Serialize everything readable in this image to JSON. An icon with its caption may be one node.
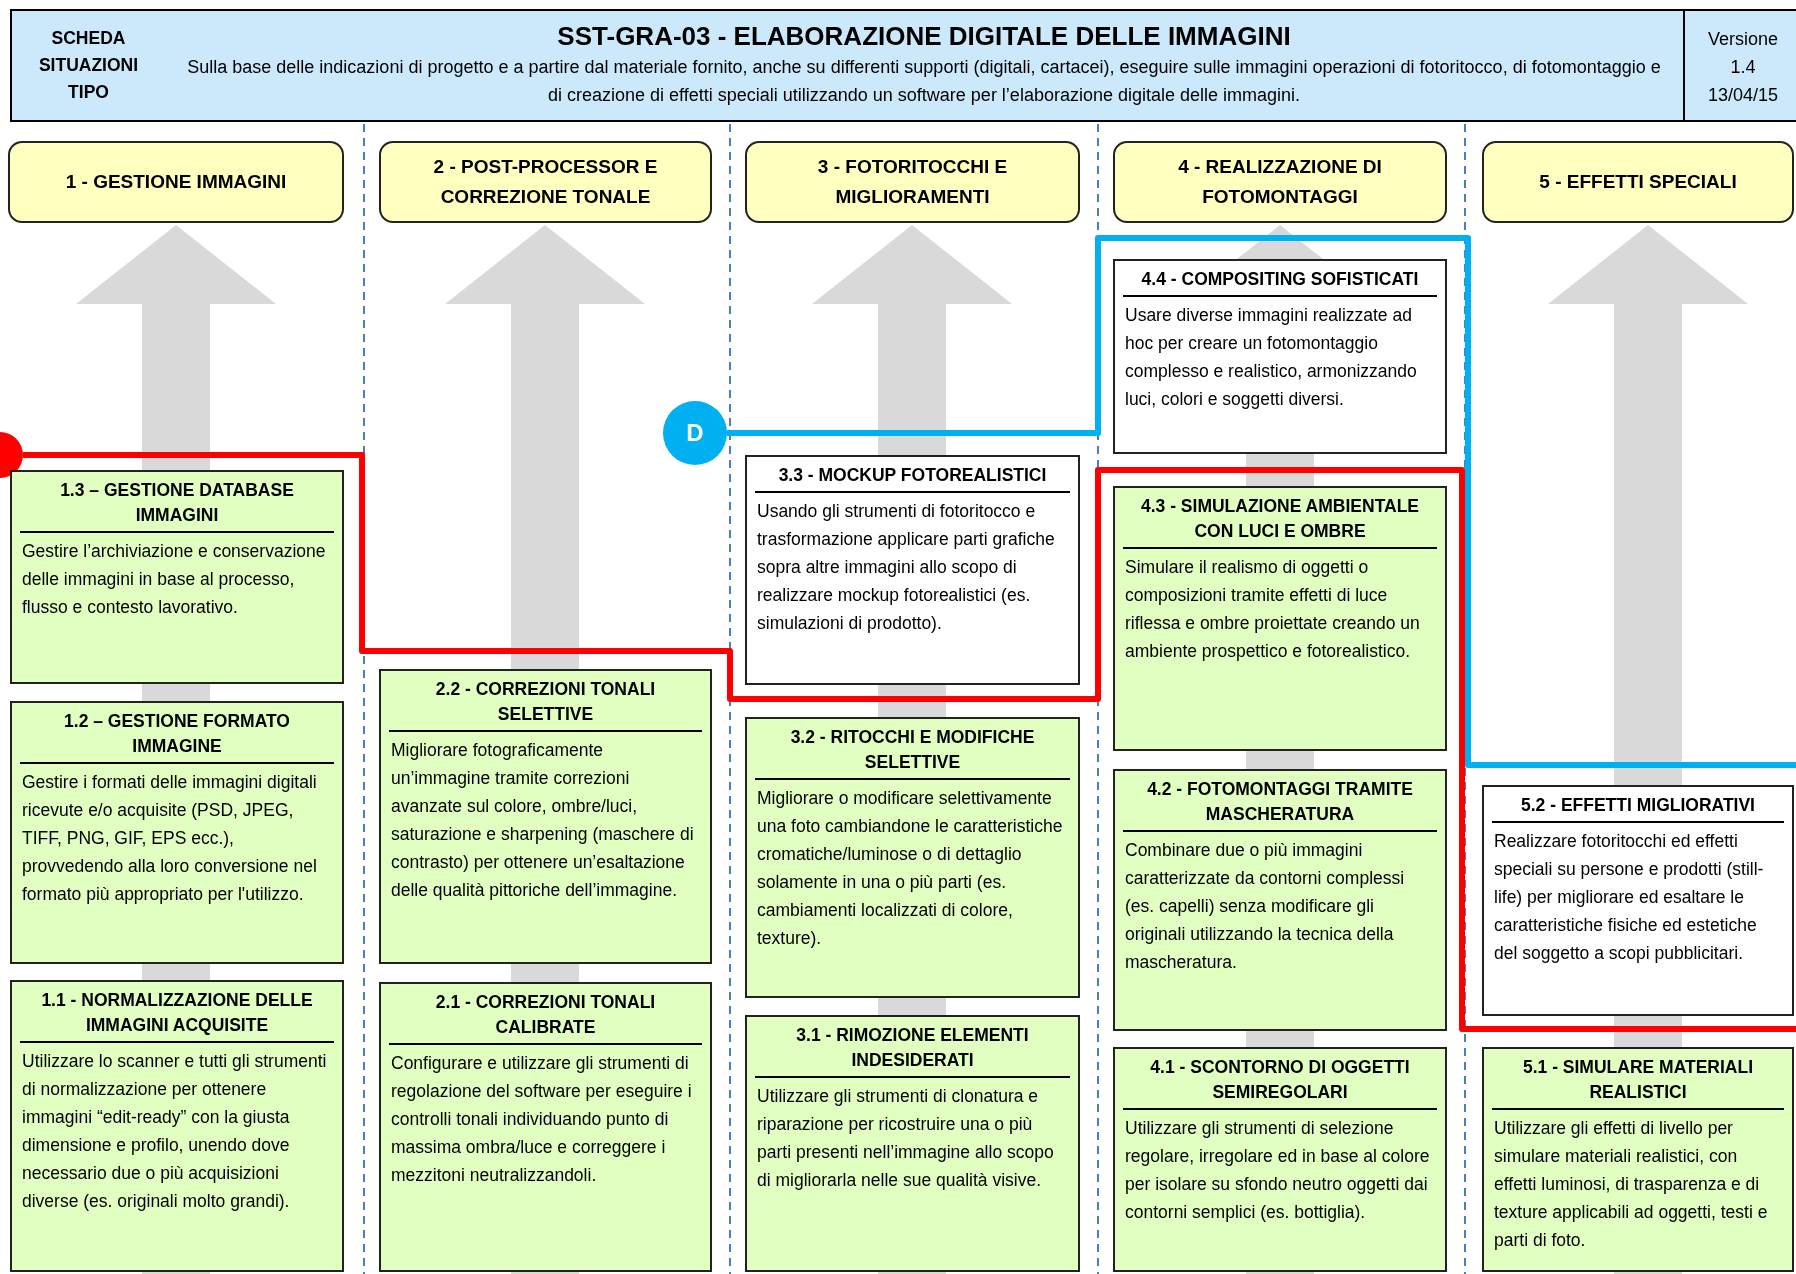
{
  "diagram": {
    "title": "SST-GRA-03 - ELABORAZIONE DIGITALE DELLE IMMAGINI",
    "nodes": [
      {
        "text": [
          "1 - GESTIONE IMMAGINI"
        ]
      },
      {
        "text": [
          "2 - POST-PROCESSOR E CORREZIONE TONALE"
        ]
      },
      {
        "text": [
          "3 - FOTORITOCCHI E MIGLIORAMENTI"
        ]
      },
      {
        "text": [
          "4 - REALIZZAZIONE DI FOTOMONTAGGI"
        ]
      },
      {
        "text": [
          "5 - EFFETTI SPECIALI"
        ]
      },
      {
        "text": [],
        "shape": "circle"
      },
      {
        "text": [
          "D"
        ]
      },
      {
        "text": [
          "1.3 – GESTIONE DATABASE IMMAGINI",
          "Gestire l’archiviazione e conservazione delle immagini in base al processo, flusso e contesto lavorativo."
        ]
      },
      {
        "text": [
          "1.2 – GESTIONE FORMATO IMMAGINE",
          "Gestire i formati delle immagini digitali ricevute e/o acquisite (PSD, JPEG, TIFF, PNG, GIF, EPS ecc.), provvedendo alla loro conversione nel formato più appropriato per l'utilizzo."
        ]
      },
      {
        "text": [
          "1.1 - NORMALIZZAZIONE DELLE IMMAGINI ACQUISITE",
          "Utilizzare lo scanner e tutti gli strumenti di normalizzazione per ottenere immagini “edit-ready” con la giusta dimensione e profilo, unendo dove necessario due o più acquisizioni diverse (es. originali molto grandi)."
        ]
      },
      {
        "text": [
          "2.2 - CORREZIONI TONALI SELETTIVE",
          "Migliorare fotograficamente un’immagine tramite correzioni avanzate sul colore, ombre/luci, saturazione e sharpening (maschere di contrasto) per ottenere un’esaltazione delle qualità pittoriche dell’immagine."
        ]
      },
      {
        "text": [
          "2.1 - CORREZIONI TONALI CALIBRATE",
          "Configurare e utilizzare gli strumenti di regolazione del software per eseguire i controlli tonali individuando punto di massima ombra/luce e correggere i mezzitoni neutralizzandoli."
        ]
      },
      {
        "text": [
          "3.3 - MOCKUP FOTOREALISTICI",
          "Usando gli strumenti di fotoritocco e trasformazione applicare parti grafiche sopra altre immagini allo scopo di realizzare mockup fotorealistici (es. simulazioni di prodotto)."
        ]
      },
      {
        "text": [
          "3.2 - RITOCCHI E MODIFICHE SELETTIVE",
          "Migliorare o modificare selettivamente una foto cambiandone le caratteristiche cromatiche/luminose o di dettaglio solamente in una o più parti (es. cambiamenti localizzati di colore, texture)."
        ]
      },
      {
        "text": [
          "3.1 - RIMOZIONE ELEMENTI INDESIDERATI",
          "Utilizzare gli strumenti di clonatura e riparazione per ricostruire una o più parti presenti nell’immagine allo scopo di migliorarla nelle sue qualità visive."
        ]
      },
      {
        "text": [
          "4.4 - COMPOSITING SOFISTICATI",
          "Usare diverse immagini realizzate ad hoc per creare un fotomontaggio complesso e realistico, armonizzando luci, colori e soggetti diversi."
        ]
      },
      {
        "text": [
          "4.3 - SIMULAZIONE AMBIENTALE CON LUCI E OMBRE",
          "Simulare il realismo di oggetti o composizioni tramite effetti di luce riflessa e ombre proiettate creando un ambiente prospettico e fotorealistico."
        ]
      },
      {
        "text": [
          "4.2 - FOTOMONTAGGI TRAMITE MASCHERATURA",
          "Combinare due o più immagini caratterizzate da contorni complessi (es. capelli) senza modificare gli originali utilizzando la tecnica della mascheratura."
        ]
      },
      {
        "text": [
          "4.1 - SCONTORNO DI OGGETTI SEMIREGOLARI",
          "Utilizzare gli strumenti di selezione regolare, irregolare ed in base al colore per isolare su sfondo neutro oggetti dai contorni semplici (es. bottiglia)."
        ]
      },
      {
        "text": [
          "5.2 - EFFETTI MIGLIORATIVI",
          "Realizzare fotoritocchi ed effetti speciali su persone e prodotti (still-life) per migliorare ed esaltare le caratteristiche fisiche ed estetiche del soggetto a scopi pubblicitari."
        ]
      },
      {
        "text": [
          "5.1 - SIMULARE MATERIALI REALISTICI",
          "Utilizzare gli effetti di livello per simulare materiali realistici, con effetti luminosi, di trasparenza e di texture applicabili ad oggetti, testi e parti di foto."
        ]
      }
    ],
    "labels": [
      "SCHEDA SITUAZIONI TIPO",
      "Sulla base delle indicazioni di progetto e a partire dal materiale fornito, anche su differenti supporti (digitali, cartacei), eseguire sulle immagini operazioni di fotoritocco, di fotomontaggio e di creazione di effetti speciali utilizzando un software per l’elaborazione digitale delle immagini.",
      "Versione",
      "1.4",
      "13/04/15"
    ]
  }
}
